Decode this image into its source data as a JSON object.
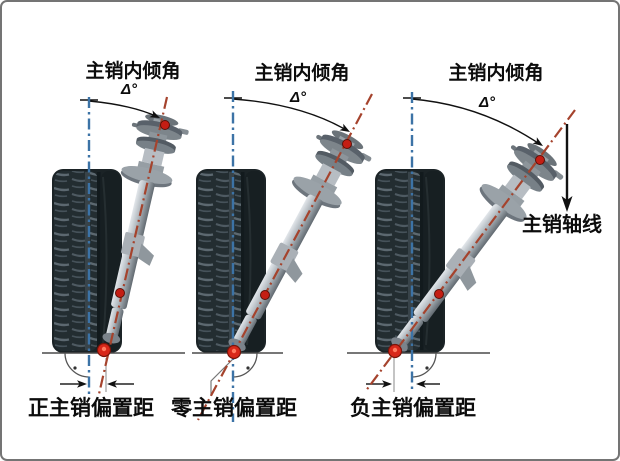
{
  "figure": {
    "subject": "kingpin inclination angle diagram",
    "diagram_count": 3
  },
  "diagrams": [
    {
      "id": "positive-offset",
      "top_label": "主销内倾角",
      "angle_symbol": "Δ°",
      "bottom_label": "正主销偏置距"
    },
    {
      "id": "zero-offset",
      "top_label": "主销内倾角",
      "angle_symbol": "Δ°",
      "bottom_label": "零主销偏置距"
    },
    {
      "id": "negative-offset",
      "top_label": "主销内倾角",
      "angle_symbol": "Δ°",
      "bottom_label": "负主销偏置距",
      "axis_label": "主销轴线"
    }
  ],
  "icons": {
    "kingpin_axis_arrow": "↓",
    "angle_arc_arrow": "↘",
    "dimension_arrow_left": "→",
    "dimension_arrow_right": "←"
  },
  "colors": {
    "wheel_center_line": "#3c73a6",
    "kingpin_axis_line": "#a5432d",
    "marker_red": "#d8281a",
    "tire_body": "#1b2326",
    "text": "#0c0c0c",
    "ground_line": "#4a4a4a",
    "frame_border": "#747474"
  }
}
